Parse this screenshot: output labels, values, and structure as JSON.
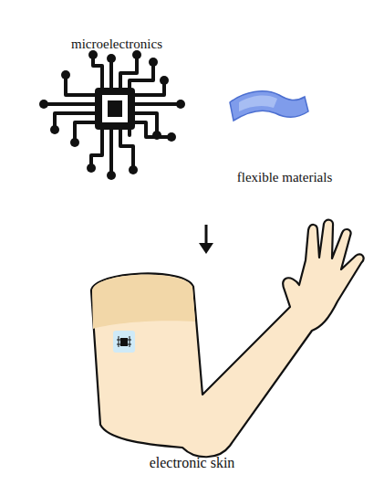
{
  "diagram": {
    "caption": "electronic skin",
    "nodes": [
      {
        "text": [
          "microelectronics"
        ]
      },
      {
        "text": [
          "flexible materials"
        ]
      }
    ]
  }
}
